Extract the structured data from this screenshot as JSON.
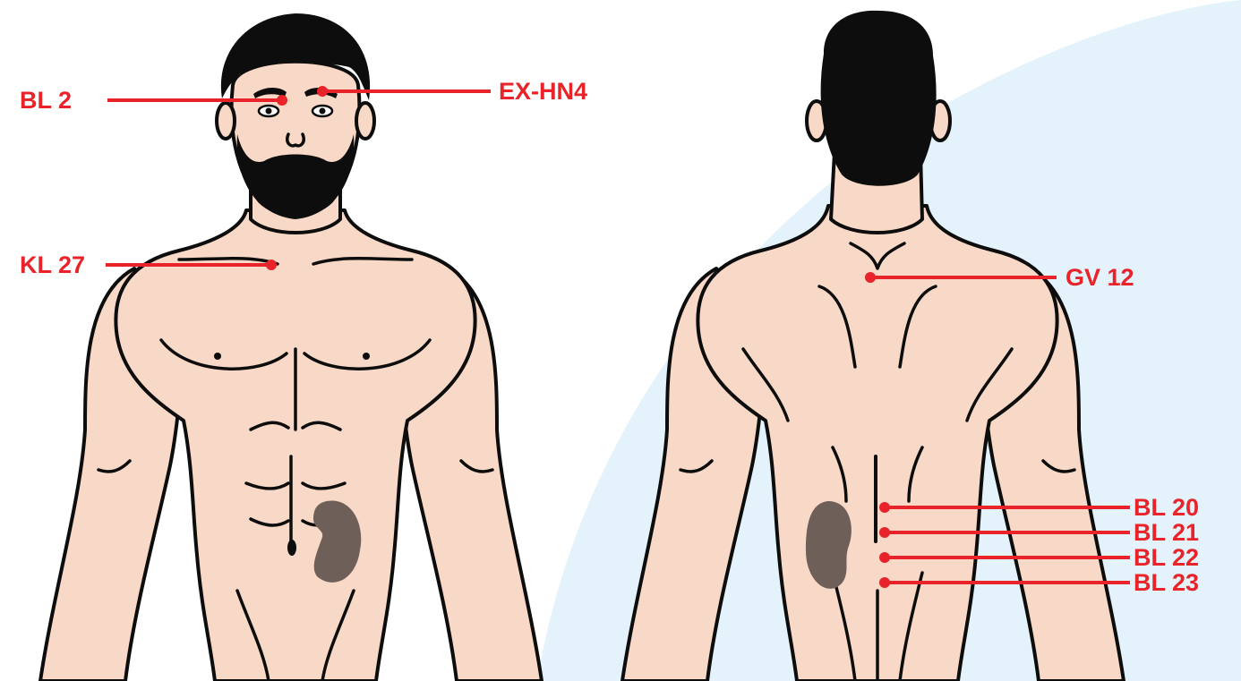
{
  "colors": {
    "accent": "#e8232a",
    "skin": "#f8d8c6",
    "outline": "#0d0d0d",
    "kidney": "#6e5f58",
    "background_blob": "#e3f2fb"
  },
  "figures": [
    {
      "view": "front",
      "icon": "human-front-figure"
    },
    {
      "view": "back",
      "icon": "human-back-figure"
    }
  ],
  "points": {
    "bl2": "BL 2",
    "exhn4": "EX-HN4",
    "kl27": "KL 27",
    "gv12": "GV 12",
    "bl20": "BL 20",
    "bl21": "BL 21",
    "bl22": "BL 22",
    "bl23": "BL 23"
  }
}
